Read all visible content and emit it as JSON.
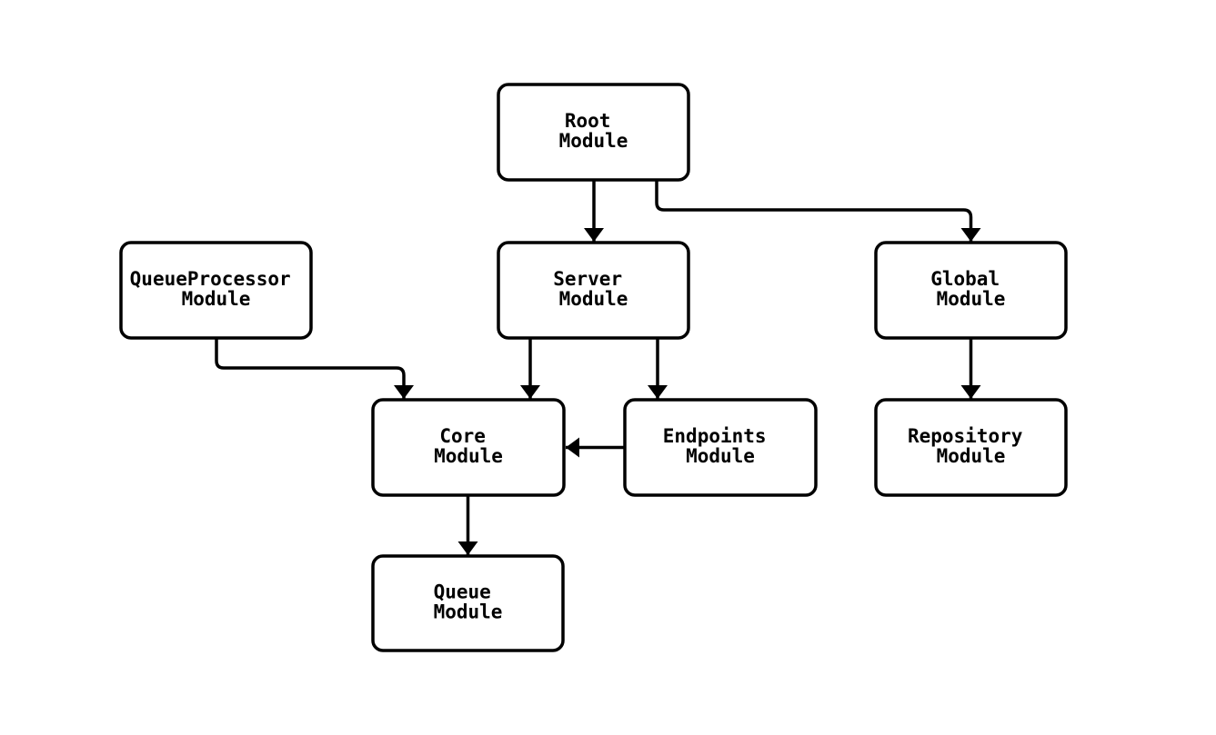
{
  "diagram": {
    "type": "flowchart",
    "background_color": "#ffffff",
    "node_fill_color": "#ffffff",
    "node_border_color": "#000000",
    "edge_color": "#000000",
    "text_color": "#000000",
    "nodes": {
      "root": {
        "lines": [
          "Root",
          "Module"
        ]
      },
      "queueprocessor": {
        "lines": [
          "QueueProcessor",
          "Module"
        ]
      },
      "server": {
        "lines": [
          "Server",
          "Module"
        ]
      },
      "global": {
        "lines": [
          "Global",
          "Module"
        ]
      },
      "core": {
        "lines": [
          "Core",
          "Module"
        ]
      },
      "endpoints": {
        "lines": [
          "Endpoints",
          "Module"
        ]
      },
      "repository": {
        "lines": [
          "Repository",
          "Module"
        ]
      },
      "queue": {
        "lines": [
          "Queue",
          "Module"
        ]
      }
    },
    "edges": [
      {
        "from": "Root Module",
        "to": "Server Module"
      },
      {
        "from": "Root Module",
        "to": "Global Module"
      },
      {
        "from": "QueueProcessor Module",
        "to": "Core Module"
      },
      {
        "from": "Server Module",
        "to": "Core Module"
      },
      {
        "from": "Server Module",
        "to": "Endpoints Module"
      },
      {
        "from": "Endpoints Module",
        "to": "Core Module"
      },
      {
        "from": "Global Module",
        "to": "Repository Module"
      },
      {
        "from": "Core Module",
        "to": "Queue Module"
      }
    ]
  }
}
